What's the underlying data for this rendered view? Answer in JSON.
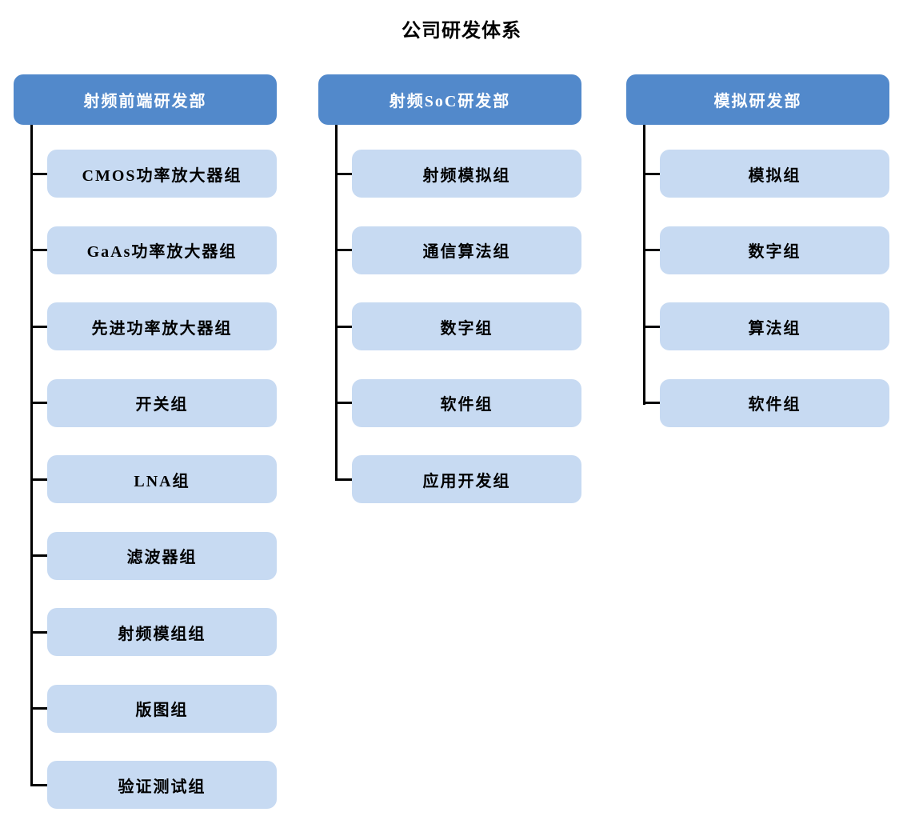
{
  "title": "公司研发体系",
  "colors": {
    "page_bg": "#FFFFFF",
    "header_bg": "#5289CB",
    "header_text": "#FFFFFF",
    "child_bg": "#C7DAF2",
    "child_text": "#000000",
    "connector": "#000000"
  },
  "columns": [
    {
      "header": "射频前端研发部",
      "children": [
        "CMOS功率放大器组",
        "GaAs功率放大器组",
        "先进功率放大器组",
        "开关组",
        "LNA组",
        "滤波器组",
        "射频模组组",
        "版图组",
        "验证测试组"
      ]
    },
    {
      "header": "射频SoC研发部",
      "children": [
        "射频模拟组",
        "通信算法组",
        "数字组",
        "软件组",
        "应用开发组"
      ]
    },
    {
      "header": "模拟研发部",
      "children": [
        "模拟组",
        "数字组",
        "算法组",
        "软件组"
      ]
    }
  ]
}
